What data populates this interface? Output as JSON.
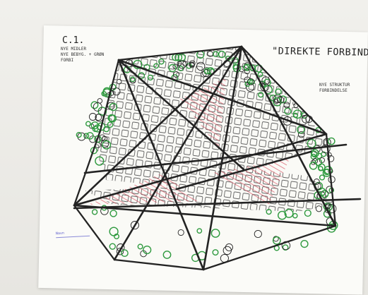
{
  "sketch": {
    "sheet_label": "C.1.",
    "note_left": "NYE MIDLER\nNYE BEBYG. + GRØN\nFORBI",
    "title": "\"DIREKTE FORBINDELSE\"",
    "note_right": "NYE STRUKTUR\nFORBINDELSE",
    "signature": "Navn"
  },
  "colors": {
    "ink": "#232323",
    "tree_green": "#2f9a3f",
    "hatch_red": "#d9485a",
    "paper": "#fbfbf8",
    "wall": "#ecebe6"
  }
}
